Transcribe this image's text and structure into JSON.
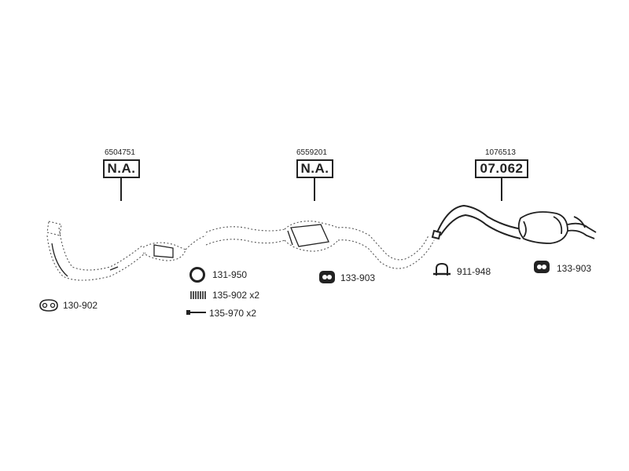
{
  "components": [
    {
      "ref_number": "6504751",
      "box_label": "N.A."
    },
    {
      "ref_number": "6559201",
      "box_label": "N.A."
    },
    {
      "ref_number": "1076513",
      "box_label": "07.062"
    }
  ],
  "parts": [
    {
      "number": "131-950",
      "icon": "ring-gasket-icon"
    },
    {
      "number": "135-902 x2",
      "icon": "spring-icon"
    },
    {
      "number": "135-970 x2",
      "icon": "bolt-icon"
    },
    {
      "number": "130-902",
      "icon": "flange-gasket-icon"
    },
    {
      "number": "133-903",
      "icon": "rubber-hanger-icon"
    },
    {
      "number": "911-948",
      "icon": "u-clamp-icon"
    },
    {
      "number": "133-903",
      "icon": "rubber-hanger-icon"
    }
  ]
}
